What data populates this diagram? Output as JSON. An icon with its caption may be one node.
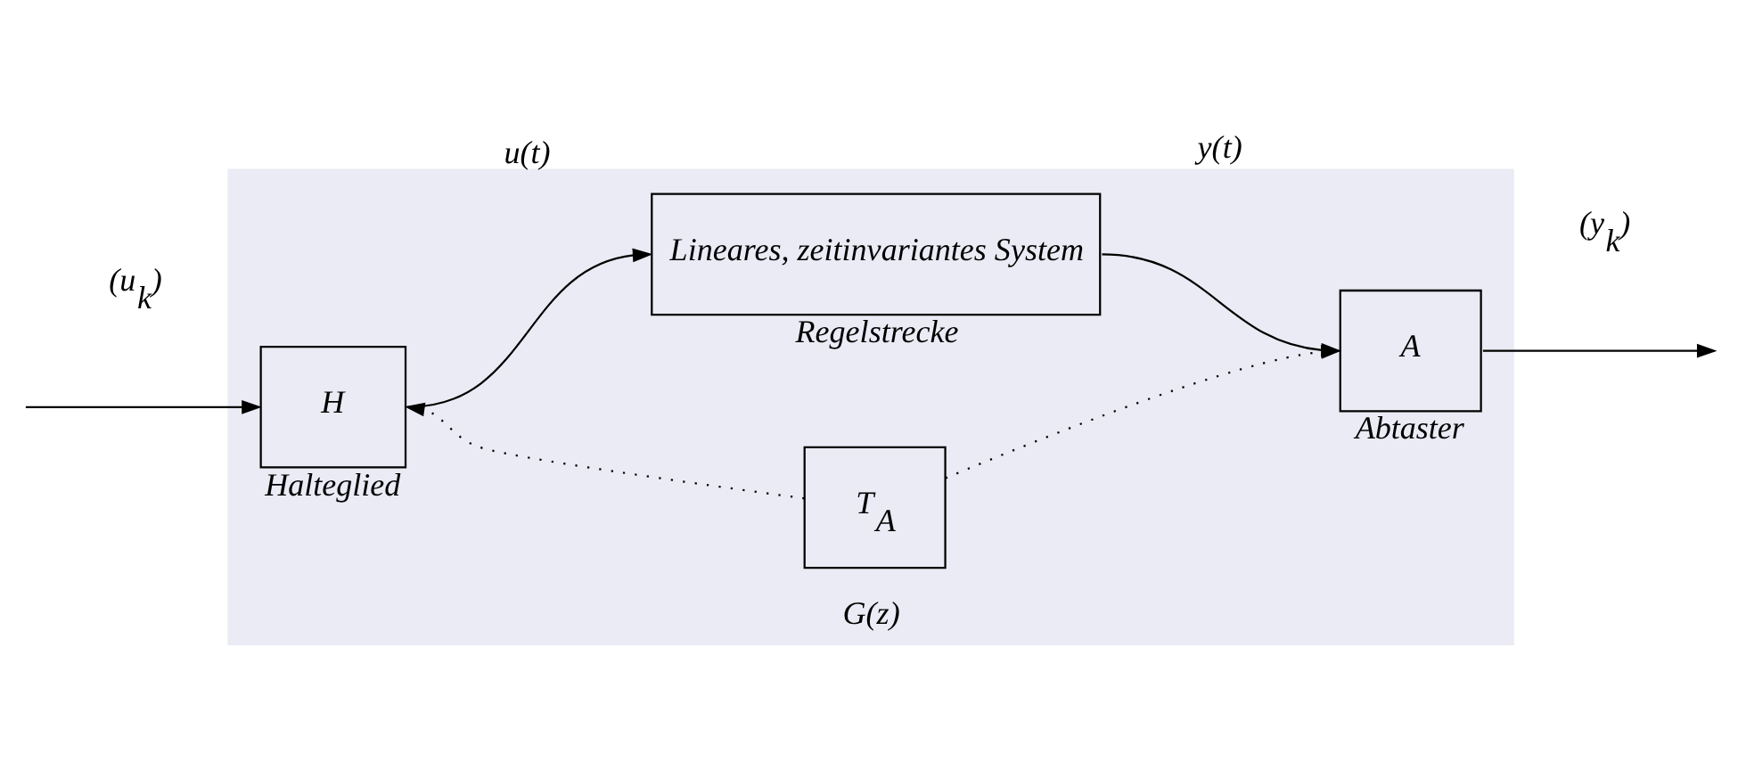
{
  "diagram": {
    "nodes": [
      {
        "text": [
          "G(z)"
        ]
      },
      {
        "text": [
          "T$_{A}$"
        ],
        "in": 0
      },
      {
        "text": [
          "H"
        ],
        "in": 0,
        "beside": [
          "Halteglied"
        ]
      },
      {
        "text": [
          "Lineares, zeitinvariantes System"
        ],
        "in": 0,
        "beside": [
          "Regelstrecke"
        ]
      },
      {
        "text": [
          "A"
        ],
        "in": 0,
        "beside": [
          "Abtaster"
        ]
      }
    ],
    "edges": [
      {
        "from": null,
        "to": 2,
        "arrow": "to",
        "label": "(u$_{k}$)"
      },
      {
        "from": 2,
        "to": 3,
        "arrow": "to",
        "label": "u(t)"
      },
      {
        "from": 3,
        "to": 4,
        "arrow": "to",
        "label": "y(t)"
      },
      {
        "from": 4,
        "to": null,
        "arrow": "to",
        "label": "(y$_{k}$)"
      },
      {
        "from": 1,
        "to": 2,
        "arrow": "to",
        "style": "dashed"
      },
      {
        "from": 1,
        "to": 4,
        "arrow": "to",
        "style": "dashed"
      }
    ]
  }
}
